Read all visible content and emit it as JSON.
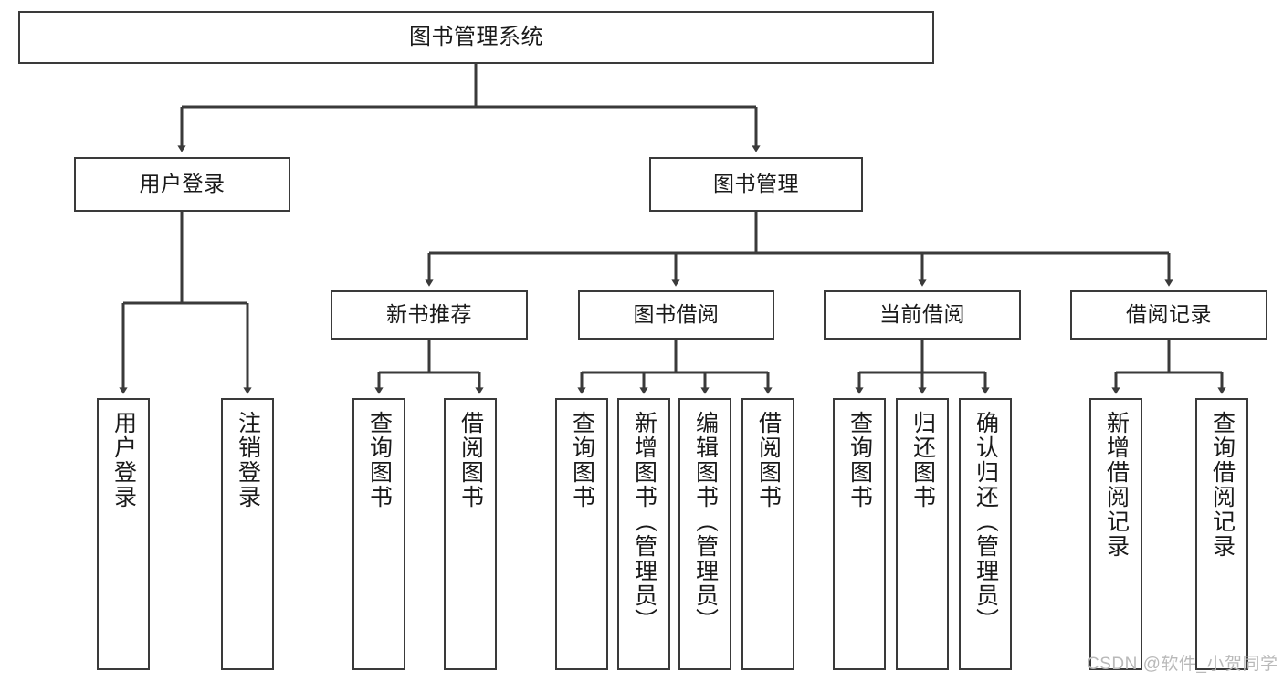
{
  "diagram": {
    "title": "图书管理系统",
    "type": "tree-hierarchy",
    "colors": {
      "box_border": "#3a3a3a",
      "box_fill": "#ffffff",
      "connector": "#3a3a3a",
      "text": "#1a1a1a",
      "watermark": "#b9b9b9",
      "background": "#ffffff"
    },
    "root": {
      "label": "图书管理系统"
    },
    "level1": [
      {
        "label": "用户登录"
      },
      {
        "label": "图书管理"
      }
    ],
    "level2": [
      {
        "label": "新书推荐"
      },
      {
        "label": "图书借阅"
      },
      {
        "label": "当前借阅"
      },
      {
        "label": "借阅记录"
      }
    ],
    "leaves": {
      "user_login": [
        {
          "label": "用户登录"
        },
        {
          "label": "注销登录"
        }
      ],
      "new_book_recommend": [
        {
          "label": "查询图书"
        },
        {
          "label": "借阅图书"
        }
      ],
      "book_borrow": [
        {
          "label": "查询图书"
        },
        {
          "label": "新增图书（管理员）"
        },
        {
          "label": "编辑图书（管理员）"
        },
        {
          "label": "借阅图书"
        }
      ],
      "current_borrow": [
        {
          "label": "查询图书"
        },
        {
          "label": "归还图书"
        },
        {
          "label": "确认归还（管理员）"
        }
      ],
      "borrow_record": [
        {
          "label": "新增借阅记录"
        },
        {
          "label": "查询借阅记录"
        }
      ]
    }
  },
  "watermark": {
    "text": "CSDN @软件_小贺同学"
  }
}
